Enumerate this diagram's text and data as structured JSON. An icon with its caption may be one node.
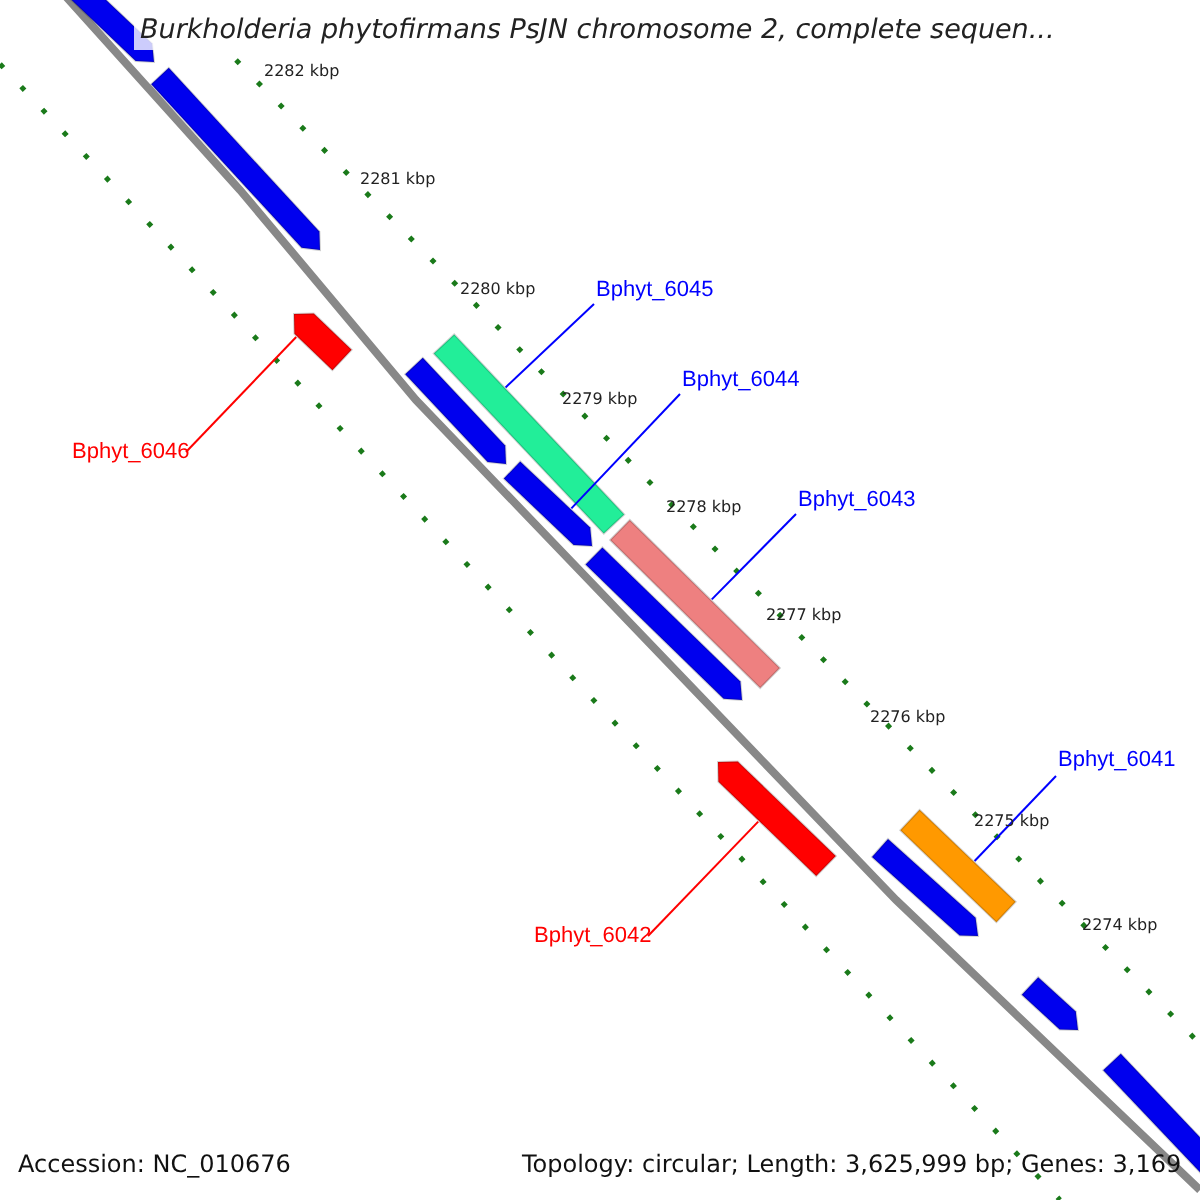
{
  "diagram": {
    "title": "Burkholderia phytofirmans PsJN chromosome 2, complete sequen...",
    "nodes": [
      {
        "text": [
          "Bphyt_6045"
        ]
      },
      {
        "text": [
          "Bphyt_6044"
        ]
      },
      {
        "text": [
          "Bphyt_6046"
        ]
      },
      {
        "text": [
          "Bphyt_6043"
        ]
      },
      {
        "text": [
          "Bphyt_6041"
        ]
      },
      {
        "text": [
          "Bphyt_6042"
        ]
      },
      {
        "text": [],
        "shape": "arrow"
      },
      {
        "text": [],
        "shape": "arrow"
      },
      {
        "text": [],
        "shape": "arrow"
      },
      {
        "text": [],
        "shape": "bar"
      },
      {
        "text": [],
        "shape": "arrow"
      },
      {
        "text": [],
        "shape": "arrow"
      },
      {
        "text": [],
        "shape": "bar"
      },
      {
        "text": [],
        "shape": "arrow"
      },
      {
        "text": [],
        "shape": "arrow"
      },
      {
        "text": [],
        "shape": "bar"
      },
      {
        "text": [],
        "shape": "arrow"
      },
      {
        "text": [],
        "shape": "arrow"
      },
      {
        "text": [],
        "shape": "arrow"
      }
    ],
    "edges": [
      {
        "from": 0,
        "to": 9,
        "arrow": "none"
      },
      {
        "from": 1,
        "to": 11,
        "arrow": "none"
      },
      {
        "from": 2,
        "to": 8,
        "arrow": "none",
        "color": "#ff0000"
      },
      {
        "from": 3,
        "to": 12,
        "arrow": "none"
      },
      {
        "from": 4,
        "to": 15,
        "arrow": "none"
      },
      {
        "from": 5,
        "to": 14,
        "arrow": "none",
        "color": "#ff0000"
      }
    ],
    "labels": [
      "2282 kbp",
      "2281 kbp",
      "2280 kbp",
      "2279 kbp",
      "2278 kbp",
      "2277 kbp",
      "2276 kbp",
      "2275 kbp",
      "2274 kbp",
      "Accession: NC_010676",
      "Topology: circular; Length: 3,625,999 bp; Genes: 3,169"
    ]
  }
}
